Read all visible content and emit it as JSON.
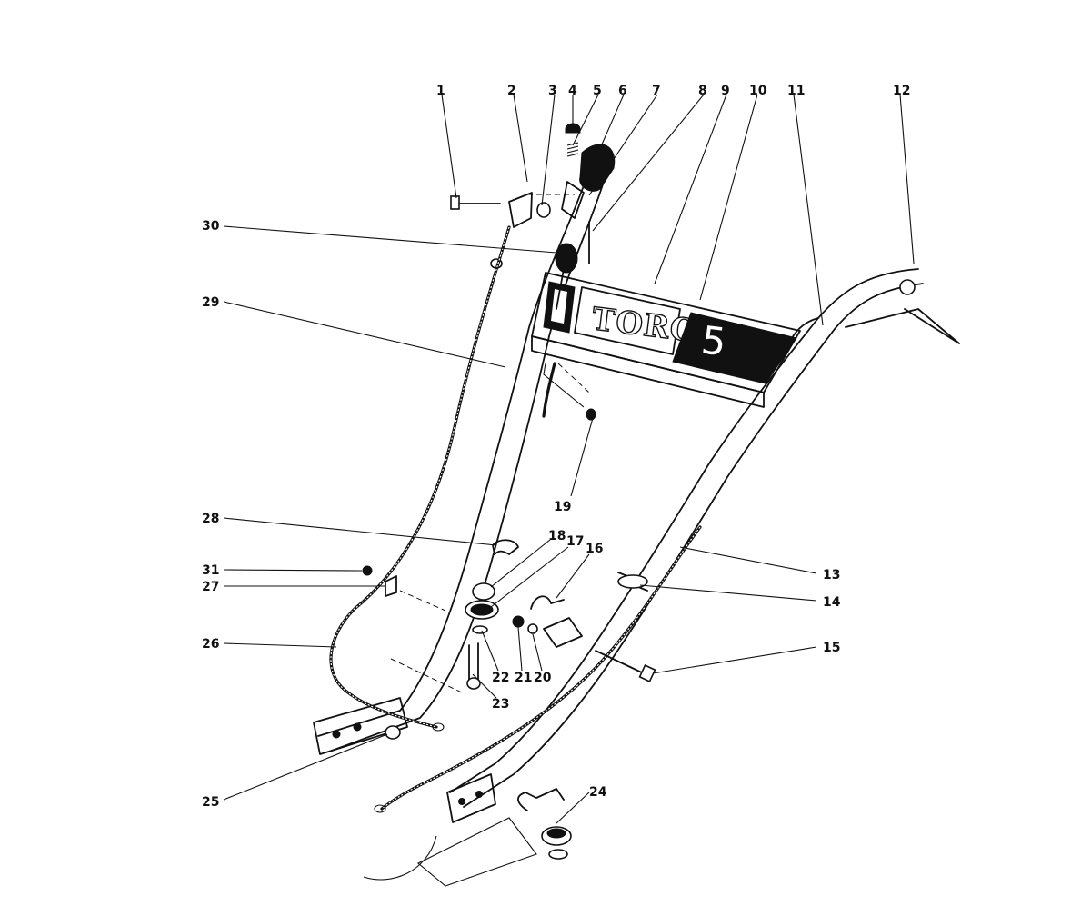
{
  "callouts": [
    {
      "id": "c1",
      "text": "1"
    },
    {
      "id": "c2",
      "text": "2"
    },
    {
      "id": "c3",
      "text": "3"
    },
    {
      "id": "c4",
      "text": "4"
    },
    {
      "id": "c5",
      "text": "5"
    },
    {
      "id": "c6",
      "text": "6"
    },
    {
      "id": "c7",
      "text": "7"
    },
    {
      "id": "c8",
      "text": "8"
    },
    {
      "id": "c9",
      "text": "9"
    },
    {
      "id": "c10",
      "text": "10"
    },
    {
      "id": "c11",
      "text": "11"
    },
    {
      "id": "c12",
      "text": "12"
    },
    {
      "id": "c13",
      "text": "13"
    },
    {
      "id": "c14",
      "text": "14"
    },
    {
      "id": "c15",
      "text": "15"
    },
    {
      "id": "c16",
      "text": "16"
    },
    {
      "id": "c17",
      "text": "17"
    },
    {
      "id": "c18",
      "text": "18"
    },
    {
      "id": "c19",
      "text": "19"
    },
    {
      "id": "c20",
      "text": "20"
    },
    {
      "id": "c21",
      "text": "21"
    },
    {
      "id": "c22",
      "text": "22"
    },
    {
      "id": "c23",
      "text": "23"
    },
    {
      "id": "c24",
      "text": "24"
    },
    {
      "id": "c25",
      "text": "25"
    },
    {
      "id": "c26",
      "text": "26"
    },
    {
      "id": "c27",
      "text": "27"
    },
    {
      "id": "c28",
      "text": "28"
    },
    {
      "id": "c29",
      "text": "29"
    },
    {
      "id": "c30",
      "text": "30"
    },
    {
      "id": "c31",
      "text": "31"
    }
  ],
  "panel": {
    "brand_text": "TORO",
    "model_text": "5"
  },
  "colors": {
    "ink": "#111111",
    "paper": "#ffffff"
  }
}
